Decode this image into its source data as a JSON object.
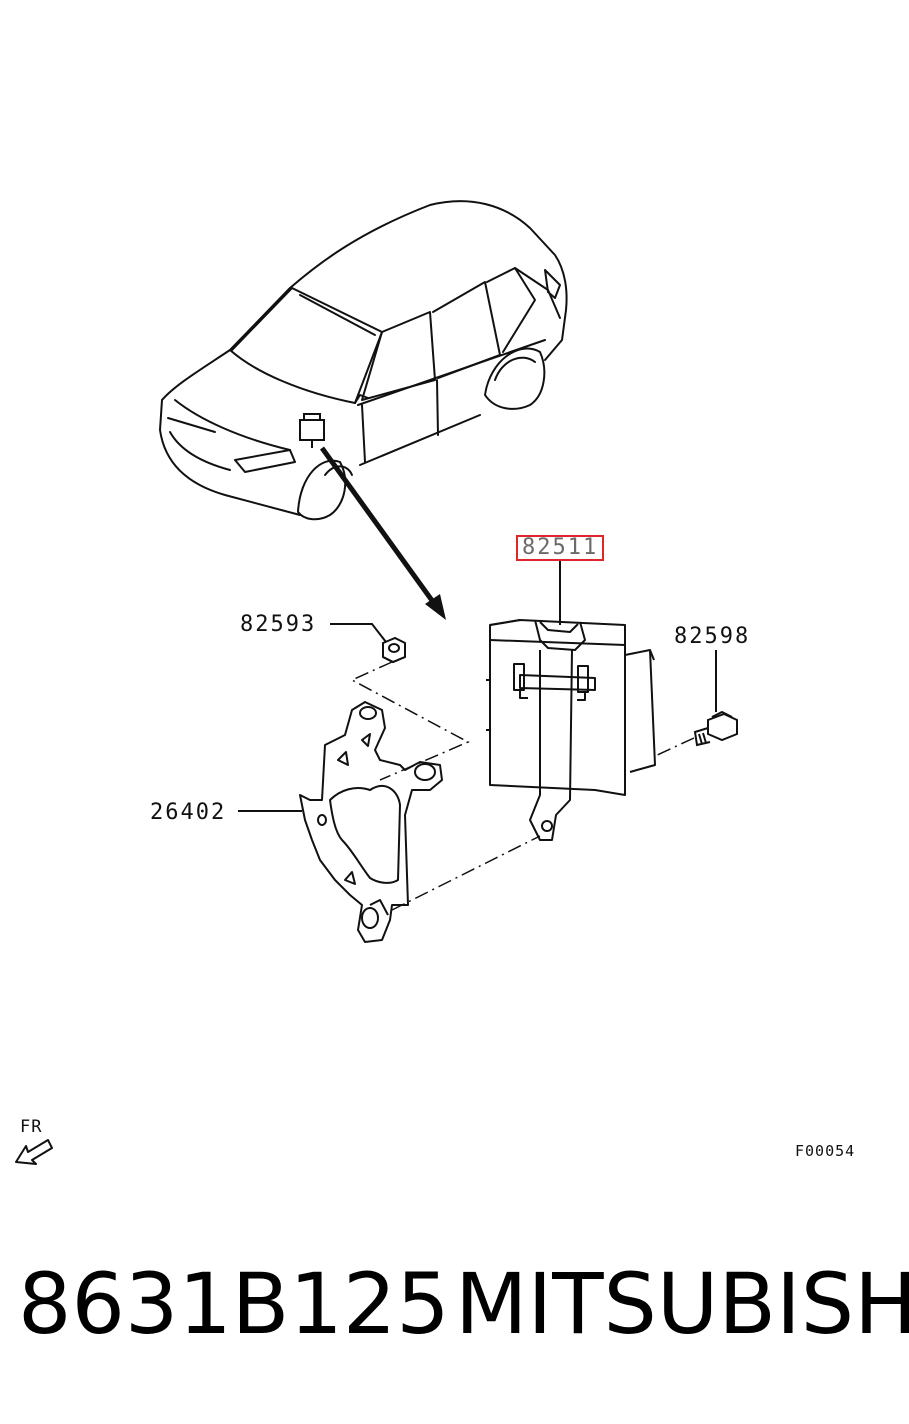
{
  "callouts": {
    "ecu": "82511",
    "nut": "82593",
    "bolt": "82598",
    "bracket": "26402"
  },
  "direction_label": "FR",
  "figure_code": "F00054",
  "footer": {
    "part_number": "8631B125",
    "brand": "MITSUBISHI"
  },
  "colors": {
    "line": "#111111",
    "highlight_border": "#e0262b"
  }
}
